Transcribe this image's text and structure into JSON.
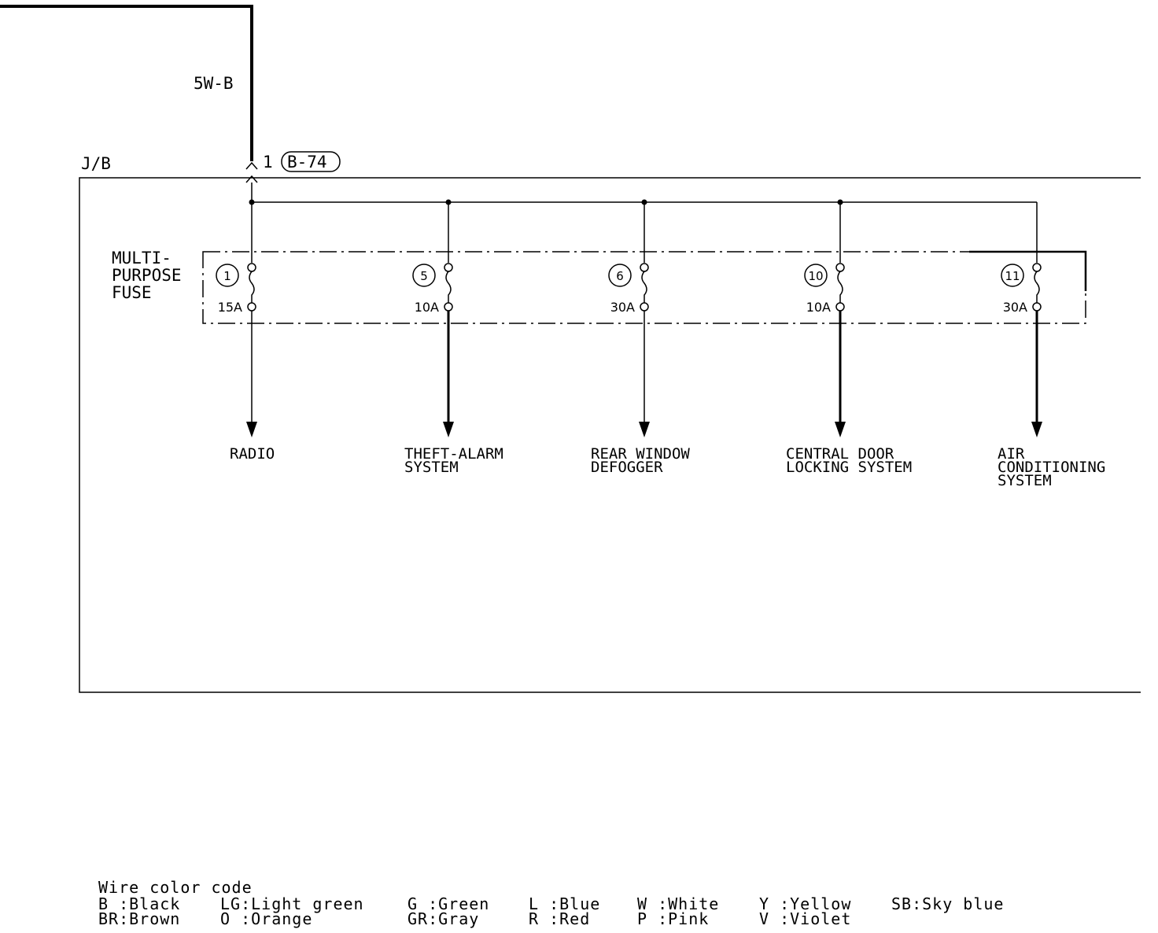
{
  "wire": {
    "label": "5W-B",
    "pin": "1",
    "connector": "B-74"
  },
  "junction_block": {
    "label": "J/B"
  },
  "fuse_block": {
    "label_lines": [
      "MULTI-",
      "PURPOSE",
      "FUSE"
    ]
  },
  "fuses": [
    {
      "number": "1",
      "rating": "15A",
      "load_lines": [
        "RADIO"
      ]
    },
    {
      "number": "5",
      "rating": "10A",
      "load_lines": [
        "THEFT-ALARM",
        "SYSTEM"
      ]
    },
    {
      "number": "6",
      "rating": "30A",
      "load_lines": [
        "REAR WINDOW",
        "DEFOGGER"
      ]
    },
    {
      "number": "10",
      "rating": "10A",
      "load_lines": [
        "CENTRAL DOOR",
        "LOCKING SYSTEM"
      ]
    },
    {
      "number": "11",
      "rating": "30A",
      "load_lines": [
        "AIR",
        "CONDITIONING",
        "SYSTEM"
      ]
    }
  ],
  "legend": {
    "title": "Wire color code",
    "columns": [
      [
        "B :Black",
        "BR:Brown"
      ],
      [
        "LG:Light green",
        "O :Orange"
      ],
      [
        "G :Green",
        "GR:Gray"
      ],
      [
        "L :Blue",
        "R :Red"
      ],
      [
        "W :White",
        "P :Pink"
      ],
      [
        "Y :Yellow",
        "V :Violet"
      ],
      [
        "SB:Sky blue"
      ]
    ]
  }
}
